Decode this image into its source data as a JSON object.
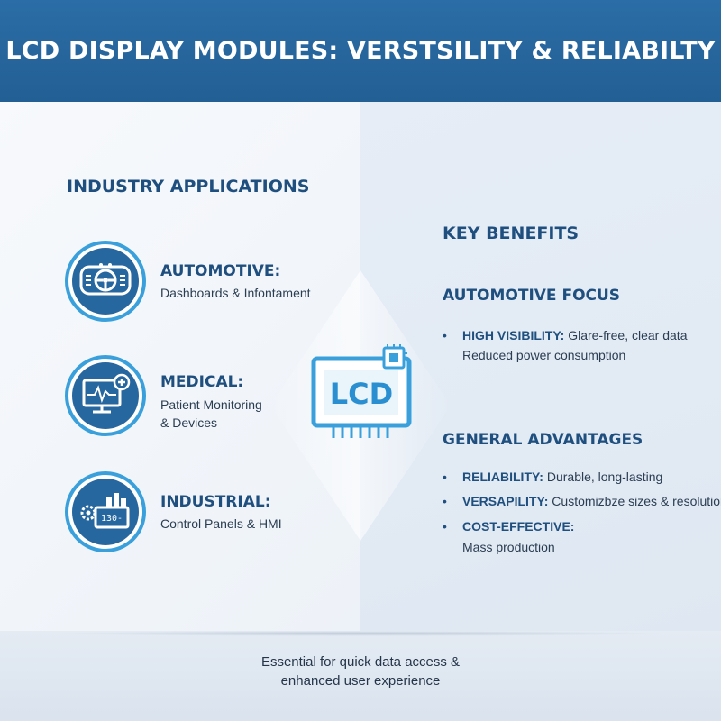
{
  "header": {
    "title": "LCD DISPLAY MODULES: VERSTSILITY & RELIABILTY"
  },
  "industry": {
    "title": "INDUSTRY APPLICATIONS",
    "items": [
      {
        "title": "AUTOMOTIVE:",
        "desc1": "Dashboards & Infontament",
        "desc2": "",
        "icon": "steering-wheel-icon"
      },
      {
        "title": "MEDICAL:",
        "desc1": "Patient Monitoring",
        "desc2": "& Devices",
        "icon": "heart-monitor-icon"
      },
      {
        "title": "INDUSTRIAL:",
        "desc1": "Control Panels & HMI",
        "desc2": "",
        "icon": "control-panel-icon",
        "panel_readout": "130-"
      }
    ]
  },
  "center": {
    "lcd_label": "LCD",
    "icon": "lcd-chip-icon"
  },
  "benefits": {
    "title": "KEY BENEFITS",
    "automotive": {
      "title": "AUTOMOTIVE FOCUS",
      "bullets": [
        {
          "label": "HIGH VISIBILITY:",
          "text": " Glare-free, clear data",
          "cont": "Reduced power consumption"
        }
      ]
    },
    "general": {
      "title": "GENERAL ADVANTAGES",
      "bullets": [
        {
          "label": "RELIABILITY:",
          "text": " Durable, long-lasting",
          "cont": ""
        },
        {
          "label": "VERSAPILITY:",
          "text": " Customizbze sizes & resolutions",
          "cont": ""
        },
        {
          "label": "COST-EFFECTIVE:",
          "text": "",
          "cont": "Mass production"
        }
      ]
    }
  },
  "footer": {
    "line1": "Essential for quick data access &",
    "line2": "enhanced user experience"
  },
  "colors": {
    "header": "#2567a0",
    "accent": "#3aa0dc",
    "icon_disc": "#27679f",
    "heading": "#1f4f7f"
  }
}
